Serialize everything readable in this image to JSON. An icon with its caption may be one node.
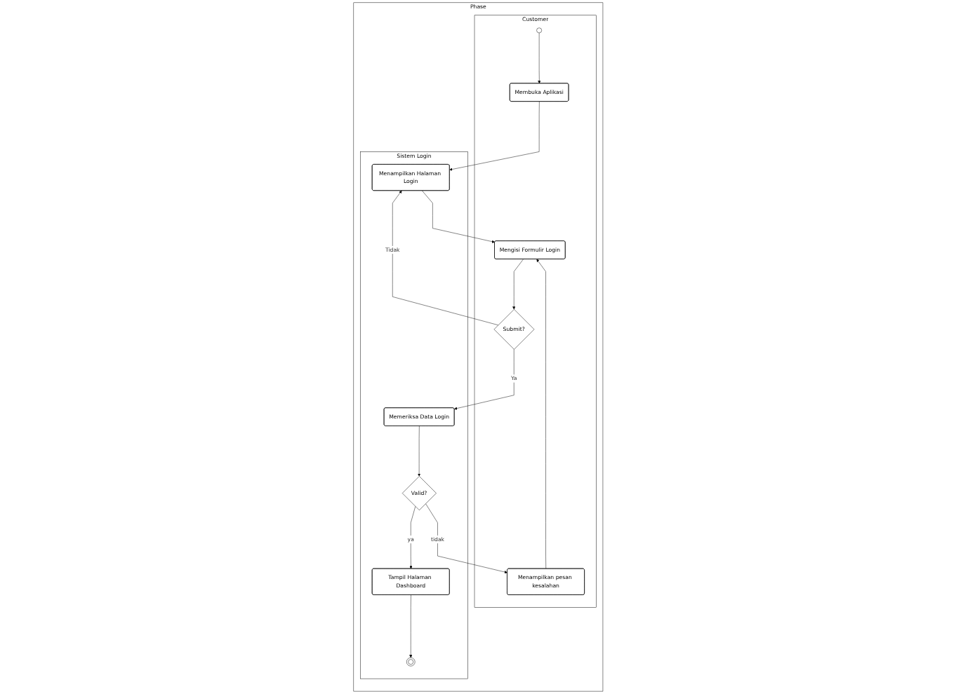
{
  "diagram": {
    "nodes": [
      {
        "text": [
          "Phase"
        ]
      },
      {
        "text": [
          "Customer"
        ],
        "in": 0
      },
      {
        "text": [
          "Sistem Login"
        ],
        "in": 0
      },
      {
        "text": [],
        "shape": "circle",
        "in": 1
      },
      {
        "text": [
          "Membuka Aplikasi"
        ],
        "in": 1
      },
      {
        "text": [
          "Menampilkan Halaman Login"
        ],
        "in": 2
      },
      {
        "text": [
          "Mengisi Formulir Login"
        ],
        "in": 1
      },
      {
        "text": [
          "Submit?"
        ],
        "in": 1
      },
      {
        "text": [
          "Memeriksa Data Login"
        ],
        "in": 2
      },
      {
        "text": [
          "Menampilkan pesan kesalahan"
        ],
        "in": 1
      },
      {
        "text": [
          "Valid?"
        ],
        "in": 2
      },
      {
        "text": [
          "Tampil Halaman Dashboard"
        ],
        "in": 2
      },
      {
        "text": [],
        "shape": "circle",
        "in": 2
      }
    ],
    "edges": [
      {
        "from": 3,
        "to": 4,
        "arrow": "to"
      },
      {
        "from": 4,
        "to": 5,
        "arrow": "to"
      },
      {
        "from": 5,
        "to": 6,
        "arrow": "to"
      },
      {
        "from": 6,
        "to": 7,
        "arrow": "to"
      },
      {
        "from": 7,
        "to": 5,
        "arrow": "to",
        "label": "Tidak"
      },
      {
        "from": 7,
        "to": 8,
        "arrow": "to",
        "label": "Ya"
      },
      {
        "from": 8,
        "to": 10,
        "arrow": "to"
      },
      {
        "from": 10,
        "to": 9,
        "arrow": "to",
        "label": "tidak"
      },
      {
        "from": 9,
        "to": 6,
        "arrow": "to"
      },
      {
        "from": 10,
        "to": 11,
        "arrow": "to",
        "label": "ya"
      },
      {
        "from": 11,
        "to": 12,
        "arrow": "to"
      }
    ]
  }
}
